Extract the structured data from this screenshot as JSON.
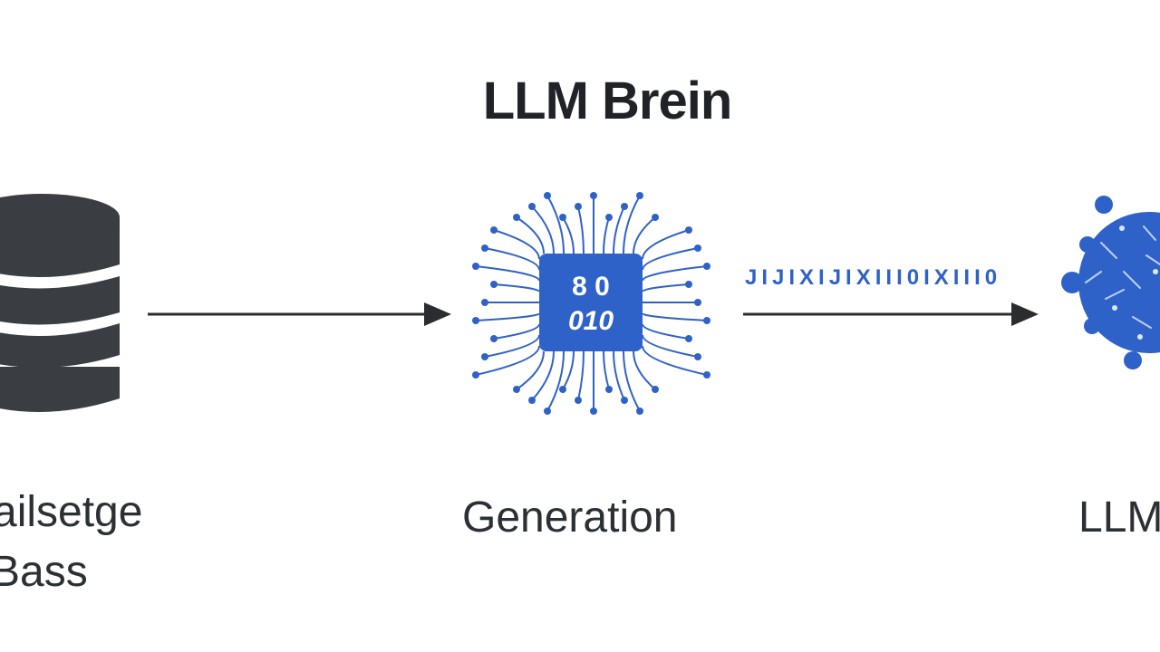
{
  "diagram": {
    "title": "LLM Brein",
    "nodes": {
      "left": {
        "label_line1": "ailsetge",
        "label_line2": "Bass",
        "icon": "database-icon"
      },
      "center": {
        "label": "Generation",
        "icon": "chip-icon",
        "chip_text_line1": "8 0",
        "chip_text_line2": "010"
      },
      "right": {
        "label": "LLM",
        "icon": "brain-network-icon"
      }
    },
    "edges": [
      {
        "from": "left",
        "to": "center",
        "label": ""
      },
      {
        "from": "center",
        "to": "right",
        "label": "JIJIXIJIXIII0IXIII0"
      }
    ],
    "colors": {
      "accent_blue": "#2f62c9",
      "dark": "#3a3d42",
      "text": "#2c3035"
    }
  }
}
